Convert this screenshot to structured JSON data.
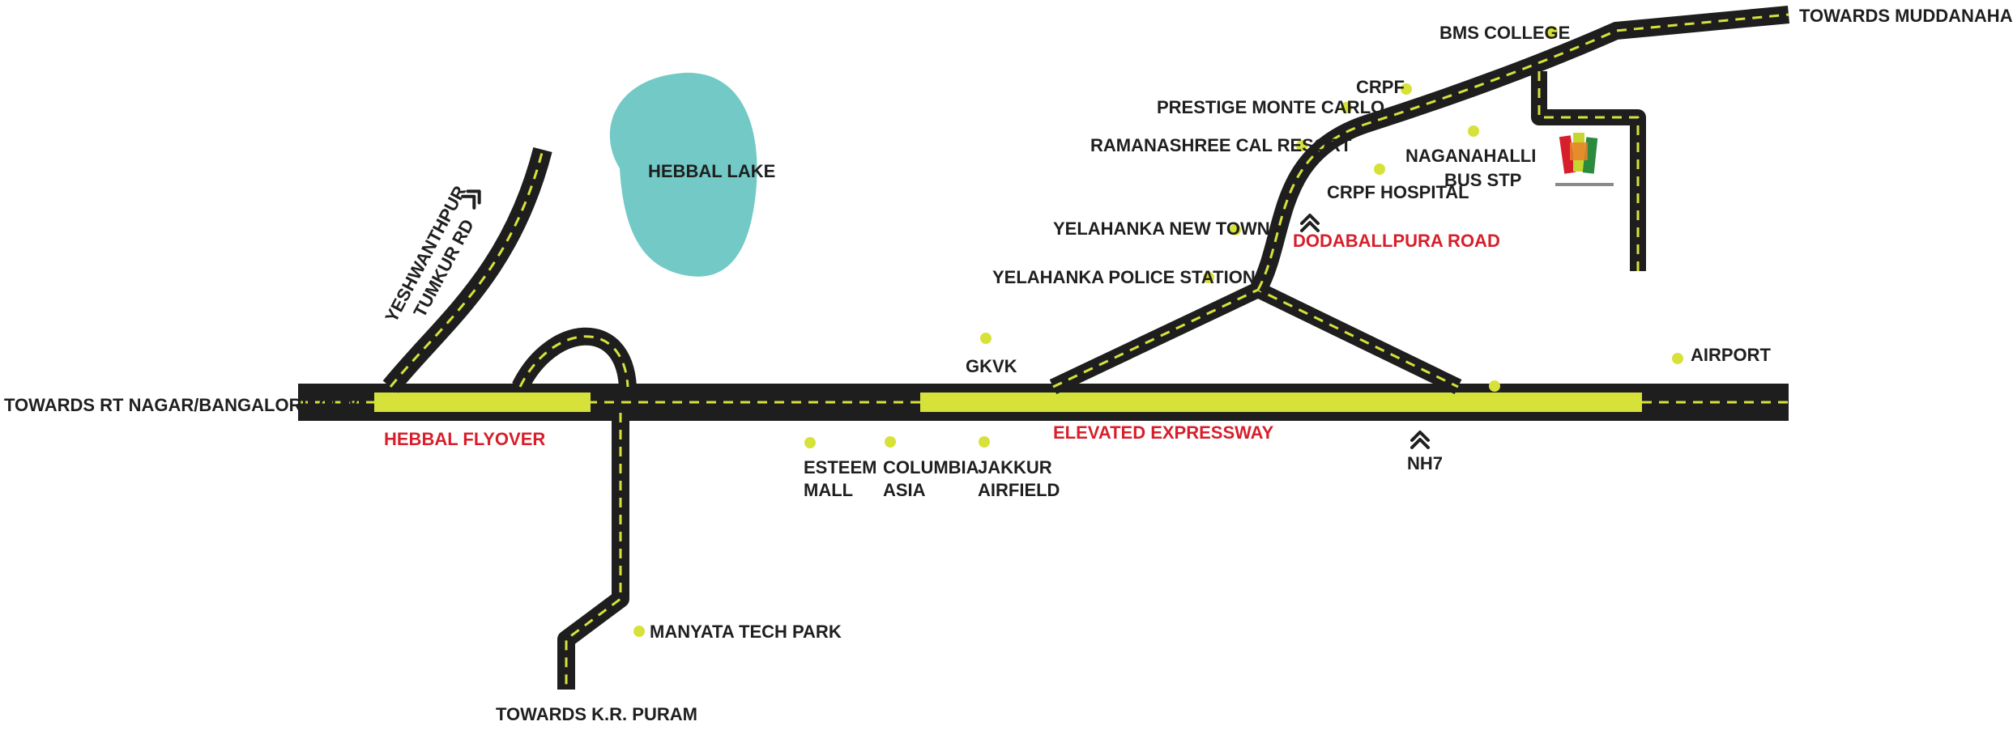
{
  "colors": {
    "road": "#1e1e1e",
    "road_dash": "#d6e23a",
    "highlight": "#d6e23a",
    "marker": "#d6e23a",
    "lake": "#72c9c6",
    "label_dark": "#1f1f1f",
    "label_red": "#d71f2b"
  },
  "icons": {
    "direction": "double-chevron-up-icon",
    "marker": "yellow-dot-icon",
    "project": "project-logo-icon"
  },
  "roads": {
    "towards_rt_nagar": "TOWARDS RT NAGAR/BANGALORE CITY",
    "towards_kr_puram": "TOWARDS K.R. PURAM",
    "towards_muddanahalli": "TOWARDS MUDDANAHALLI",
    "yeshwanthpur_line1": "YESHWANTHPUR",
    "yeshwanthpur_line2": "TUMKUR RD",
    "hebbal_flyover": "HEBBAL FLYOVER",
    "elevated_expressway": "ELEVATED EXPRESSWAY",
    "doddaballpura_road": "DODABALLPURA ROAD",
    "nh7": "NH7"
  },
  "lake": {
    "name": "HEBBAL LAKE"
  },
  "landmarks": {
    "bms_college": "BMS COLLEGE",
    "crpf": "CRPF",
    "prestige": "PRESTIGE MONTE CARLO",
    "ramanashree": "RAMANASHREE CAL RESORT",
    "naganahalli_line1": "NAGANAHALLI",
    "naganahalli_line2": "BUS STP",
    "crpf_hospital": "CRPF HOSPITAL",
    "yelahanka_new_town": "YELAHANKA NEW TOWN",
    "yelahanka_police": "YELAHANKA POLICE STATION",
    "gkvk": "GKVK",
    "airport": "AIRPORT",
    "esteem_line1": "ESTEEM",
    "esteem_line2": "MALL",
    "columbia_line1": "COLUMBIA",
    "columbia_line2": "ASIA",
    "jakkur_line1": "JAKKUR",
    "jakkur_line2": "AIRFIELD",
    "manyata": "MANYATA TECH PARK"
  }
}
